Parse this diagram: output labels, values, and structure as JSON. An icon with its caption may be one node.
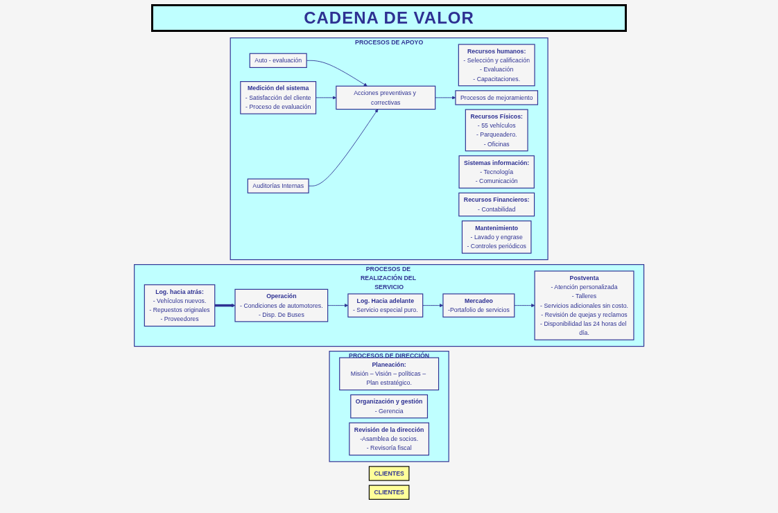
{
  "diagram": {
    "title": "CADENA DE VALOR",
    "nodes": [
      {
        "text": [
          "CLIENTES"
        ]
      },
      {
        "text": [
          "PROCESOS DE DIRECCIÓN"
        ]
      },
      {
        "text": [
          "Planeación:",
          "Misión – Visión – políticas – Plan estratégico."
        ],
        "in": 1
      },
      {
        "text": [
          "Organización y gestión",
          "- Gerencia"
        ],
        "in": 1
      },
      {
        "text": [
          "Revisión de la dirección",
          "-Asamblea de socios.",
          "- Revisoría fiscal"
        ],
        "in": 1
      },
      {
        "text": [
          "PROCESOS DE REALIZACIÓN DEL SERVICIO"
        ]
      },
      {
        "text": [
          "Operación",
          "- Condiciones de automotores.",
          "- Disp. De Buses"
        ],
        "in": 5
      },
      {
        "text": [
          "Log. Hacia adelante",
          "- Servicio especial puro."
        ],
        "in": 5
      },
      {
        "text": [
          "Mercadeo",
          "-Portafolio de servicios"
        ],
        "in": 5
      },
      {
        "text": [
          "Postventa",
          "- Atención personalizada",
          "- Talleres",
          "- Servicios adicionales sin costo.",
          "- Revisión de quejas y reclamos",
          "- Disponibilidad las 24 horas del día."
        ],
        "in": 5
      },
      {
        "text": [
          "Log. hacia atrás:",
          "- Vehículos nuevos.",
          "- Repuestos originales",
          "- Proveedores"
        ],
        "in": 5
      },
      {
        "text": [
          "PROCESOS DE APOYO"
        ]
      },
      {
        "text": [
          "Recursos humanos:",
          "- Selección y calificación",
          "- Evaluación",
          "- Capacitaciones."
        ],
        "in": 11
      },
      {
        "text": [
          "Recursos Físicos:",
          "- 55 vehículos",
          "- Parqueadero.",
          "- Oficinas"
        ],
        "in": 11
      },
      {
        "text": [
          "Sistemas información:",
          "- Tecnología",
          "- Comunicación"
        ],
        "in": 11
      },
      {
        "text": [
          "Auto - evaluación"
        ],
        "in": 11
      },
      {
        "text": [
          "Medición del sistema",
          "- Satisfacción del cliente",
          "- Proceso de evaluación"
        ],
        "in": 11
      },
      {
        "text": [
          "Auditorías Internas"
        ],
        "in": 11
      },
      {
        "text": [
          "Recursos Financieros:",
          "- Contabilidad"
        ],
        "in": 11
      },
      {
        "text": [
          "Mantenimiento",
          "- Lavado y engrase",
          "- Controles periódicos"
        ],
        "in": 11
      },
      {
        "text": [
          "Acciones preventivas y correctivas"
        ],
        "in": 11
      },
      {
        "text": [
          "Procesos de mejoramiento"
        ],
        "in": 11
      },
      {
        "text": [
          "CLIENTES"
        ]
      }
    ],
    "edges": [
      {
        "from": 6,
        "to": 7,
        "arrow": "to"
      },
      {
        "from": 7,
        "to": 8,
        "arrow": "to"
      },
      {
        "from": 8,
        "to": 9,
        "arrow": "to"
      },
      {
        "from": 10,
        "to": 6,
        "arrow": "to",
        "style": "thick"
      },
      {
        "from": 15,
        "to": 20,
        "arrow": "to"
      },
      {
        "from": 16,
        "to": 20,
        "arrow": "to"
      },
      {
        "from": 17,
        "to": 20,
        "arrow": "to"
      },
      {
        "from": 20,
        "to": 21,
        "arrow": "to"
      }
    ]
  }
}
